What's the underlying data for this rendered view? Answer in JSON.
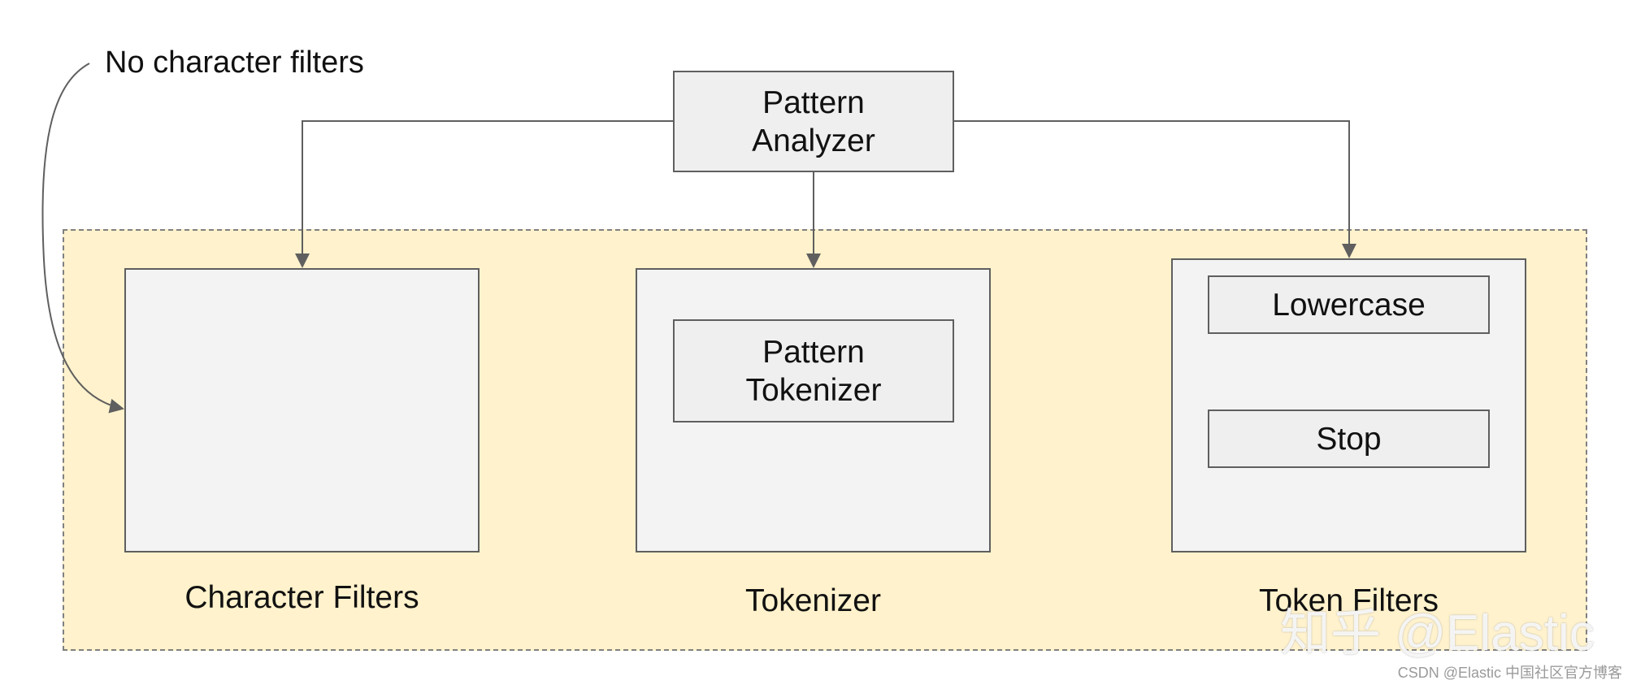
{
  "note": "No character filters",
  "analyzer": {
    "line1": "Pattern",
    "line2": "Analyzer"
  },
  "sections": {
    "char_filters": {
      "label": "Character Filters"
    },
    "tokenizer": {
      "label": "Tokenizer",
      "inner": {
        "line1": "Pattern",
        "line2": "Tokenizer"
      }
    },
    "token_filters": {
      "label": "Token Filters",
      "items": [
        "Lowercase",
        "Stop"
      ]
    }
  },
  "watermark": {
    "main": "知乎 @Elastic",
    "credit": "CSDN @Elastic 中国社区官方博客"
  },
  "colors": {
    "region_fill": "#fff2cc",
    "box_fill": "#f3f3f3",
    "stroke": "#5f5f5f"
  }
}
